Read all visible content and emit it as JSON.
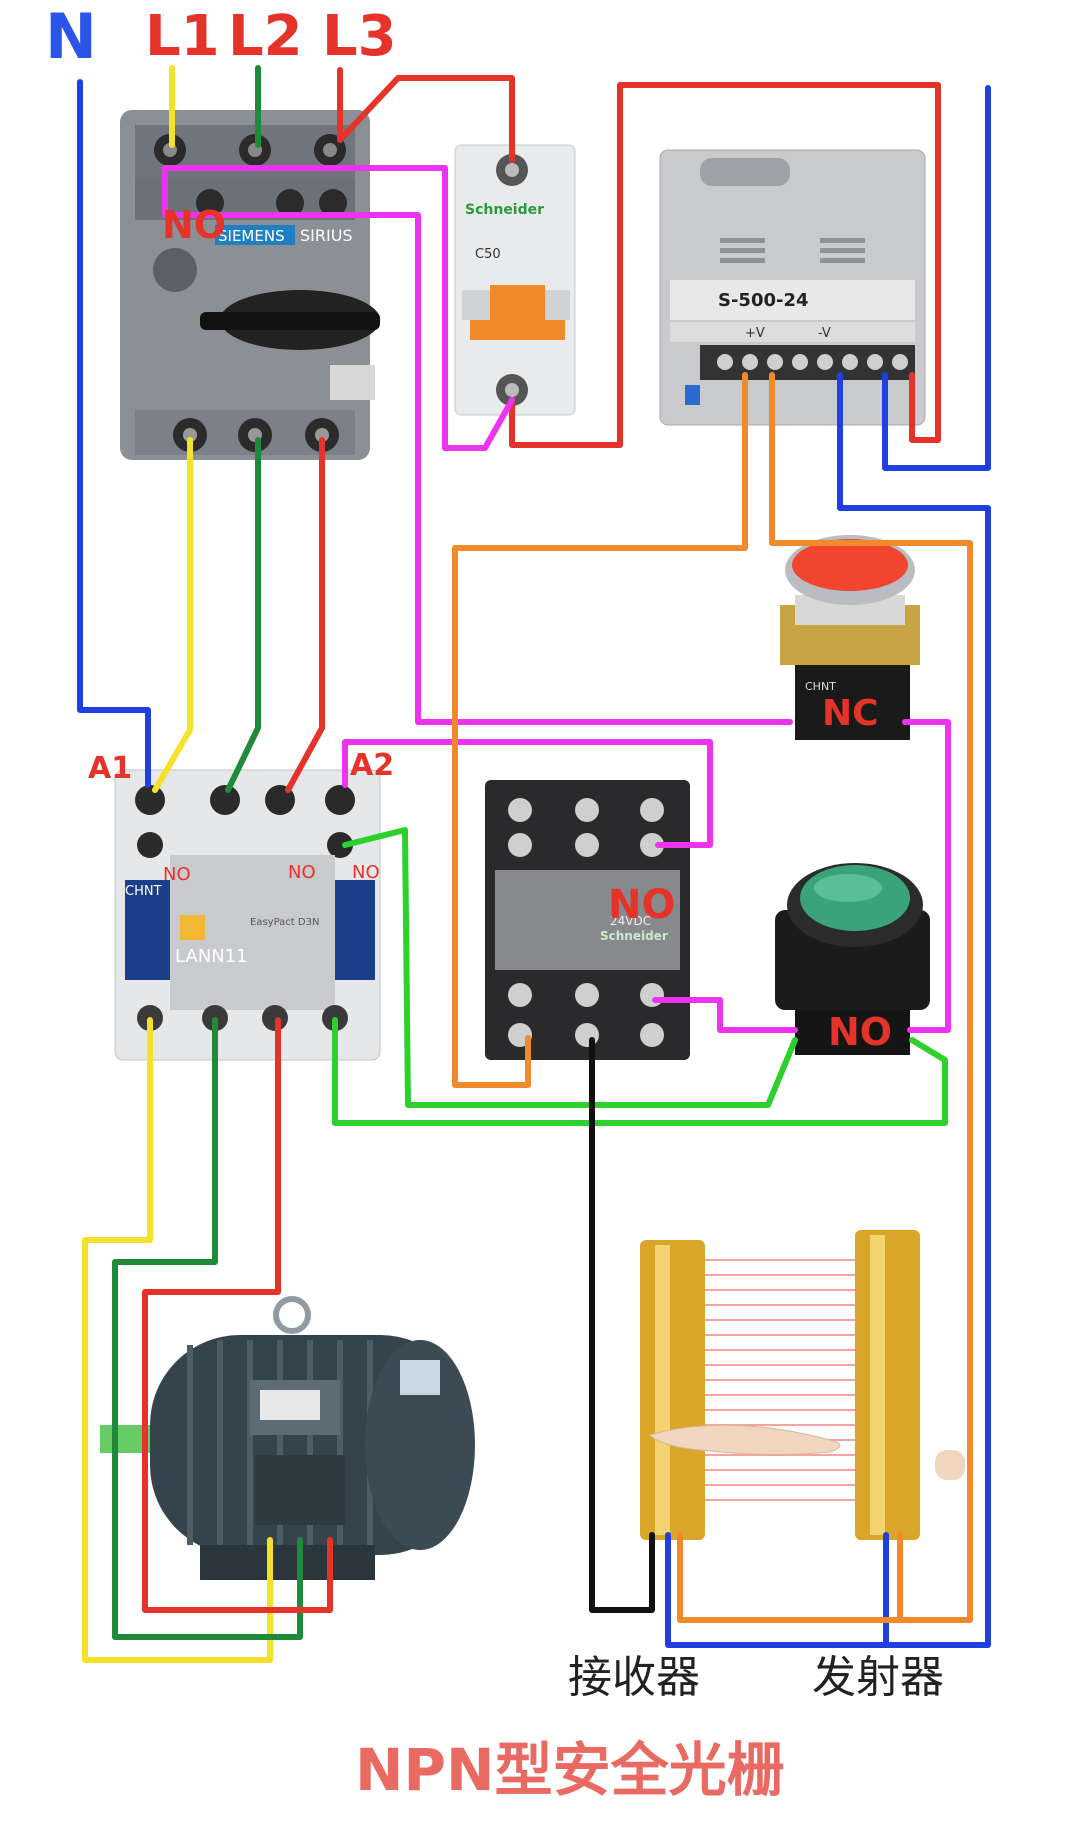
{
  "labels": {
    "n": "N",
    "l1": "L1",
    "l2": "L2",
    "l3": "L3",
    "a1": "A1",
    "a2": "A2",
    "no_breaker": "NO",
    "nc_button": "NC",
    "no_button": "NO",
    "no_relay": "NO",
    "contactor_no1": "NO",
    "contactor_no2": "NO",
    "contactor_no3": "NO",
    "receiver": "接收器",
    "emitter": "发射器",
    "title": "NPN型安全光栅"
  },
  "devices": {
    "motor_breaker": {
      "brand": "SIEMENS",
      "series": "SIRIUS"
    },
    "mcb": {
      "brand": "Schneider",
      "rating": "C50"
    },
    "power_supply": {
      "model": "S-500-24",
      "terms": [
        "+V",
        "-V"
      ]
    },
    "contactor": {
      "brand": "CHNT",
      "aux_block": "LANN11",
      "aux_brand": "EasyPact D3N"
    },
    "relay": {
      "brand": "Schneider",
      "voltage": "24VDC"
    }
  },
  "colors": {
    "blue": "#1f3fe0",
    "yellow": "#f4e12a",
    "green": "#1e8a3a",
    "red": "#e5332a",
    "magenta": "#ee33ee",
    "orange": "#f08a2a",
    "lime": "#2ed02e",
    "black": "#111111",
    "label_red": "#e5332a",
    "label_blue": "#2a55e8"
  }
}
